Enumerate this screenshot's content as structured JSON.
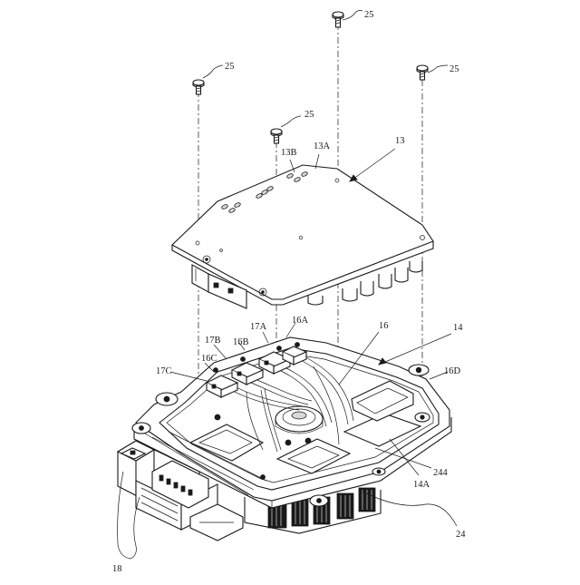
{
  "labels": {
    "l25_top": "25",
    "l25_left": "25",
    "l25_right": "25",
    "l25_mid": "25",
    "l13": "13",
    "l13A": "13A",
    "l13B": "13B",
    "l14": "14",
    "l16": "16",
    "l16A": "16A",
    "l16B": "16B",
    "l16C": "16C",
    "l16D": "16D",
    "l17A": "17A",
    "l17B": "17B",
    "l17C": "17C",
    "l14A": "14A",
    "l244": "244",
    "l24": "24",
    "l18": "18"
  }
}
